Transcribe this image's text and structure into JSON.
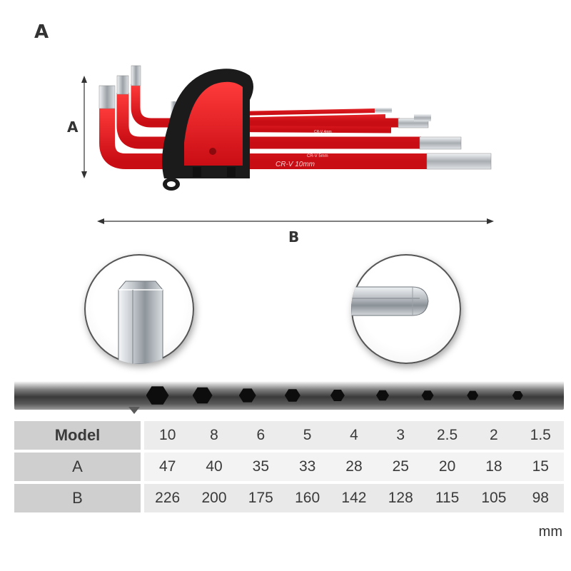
{
  "corner_label": "A",
  "dimension_labels": {
    "height": "A",
    "length": "B"
  },
  "wrench_engravings": [
    "CR-V 10mm",
    "CR-V 5mm",
    "CR-V 4mm"
  ],
  "colors": {
    "wrench": "#e8141c",
    "holder": "#1a1a1a",
    "steel": "#c8ccd0",
    "hex_marker": "#0d0d0d"
  },
  "size_markers": [
    "10",
    "8",
    "6",
    "5",
    "4",
    "3",
    "2.5",
    "2",
    "1.5"
  ],
  "spec_table": {
    "rows": [
      {
        "label": "Model",
        "values": [
          "10",
          "8",
          "6",
          "5",
          "4",
          "3",
          "2.5",
          "2",
          "1.5"
        ]
      },
      {
        "label": "A",
        "values": [
          "47",
          "40",
          "35",
          "33",
          "28",
          "25",
          "20",
          "18",
          "15"
        ]
      },
      {
        "label": "B",
        "values": [
          "226",
          "200",
          "175",
          "160",
          "142",
          "128",
          "115",
          "105",
          "98"
        ]
      }
    ]
  },
  "unit": "mm"
}
